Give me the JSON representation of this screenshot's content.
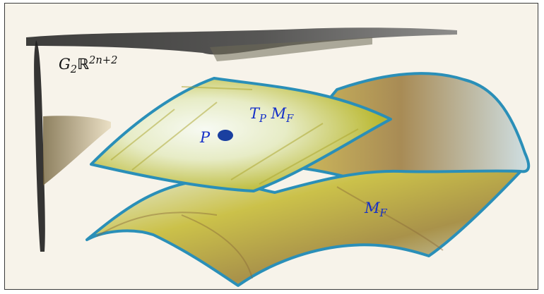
{
  "labels": {
    "ambient_space": {
      "base": "G",
      "subscript": "2",
      "field": "ℝ",
      "superscript": "2n+2"
    },
    "tangent_plane": {
      "T": "T",
      "T_sub": "P",
      "M": "M",
      "M_sub": "F"
    },
    "point": "P",
    "manifold": {
      "base": "M",
      "subscript": "F"
    }
  },
  "colors": {
    "label_blue": "#1530c8",
    "label_black": "#111111",
    "surface_edge": "#2a8fb8",
    "surface_fill_green": "#c9c23a",
    "surface_fill_light": "#dfeee6",
    "point_dot": "#1a3fa0",
    "axis_charcoal": "#2b2b2b",
    "background_paper": "#f7f3ea"
  }
}
